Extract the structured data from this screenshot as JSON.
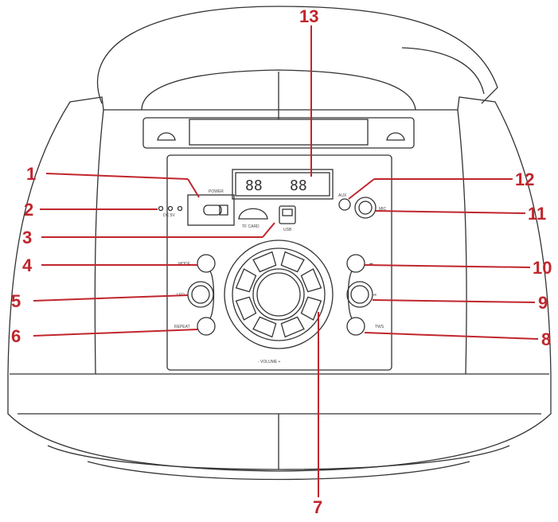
{
  "diagram": {
    "accent_color": "#c0262d",
    "line_color": "#333333",
    "display_text": [
      "88",
      "88"
    ],
    "panel_labels": {
      "power": "POWER",
      "dc_in": "DC 5V",
      "tf_card": "TF CARD",
      "usb": "USB",
      "aux": "AUX",
      "mic": "MIC",
      "mode": "MODE",
      "led": "LED",
      "repeat": "REPEAT",
      "volume": "- VOLUME +",
      "prev": "⏮",
      "play": "⏯",
      "next_tws": "TWS"
    },
    "callouts": [
      {
        "num": "1",
        "target": "power-switch"
      },
      {
        "num": "2",
        "target": "dc-input"
      },
      {
        "num": "3",
        "target": "tf-usb-slot"
      },
      {
        "num": "4",
        "target": "mode-button"
      },
      {
        "num": "5",
        "target": "led-button"
      },
      {
        "num": "6",
        "target": "repeat-button"
      },
      {
        "num": "7",
        "target": "volume-knob"
      },
      {
        "num": "8",
        "target": "next-tws-button"
      },
      {
        "num": "9",
        "target": "play-pause-button"
      },
      {
        "num": "10",
        "target": "prev-button"
      },
      {
        "num": "11",
        "target": "mic-jack"
      },
      {
        "num": "12",
        "target": "aux-jack"
      },
      {
        "num": "13",
        "target": "lcd-display"
      }
    ]
  }
}
